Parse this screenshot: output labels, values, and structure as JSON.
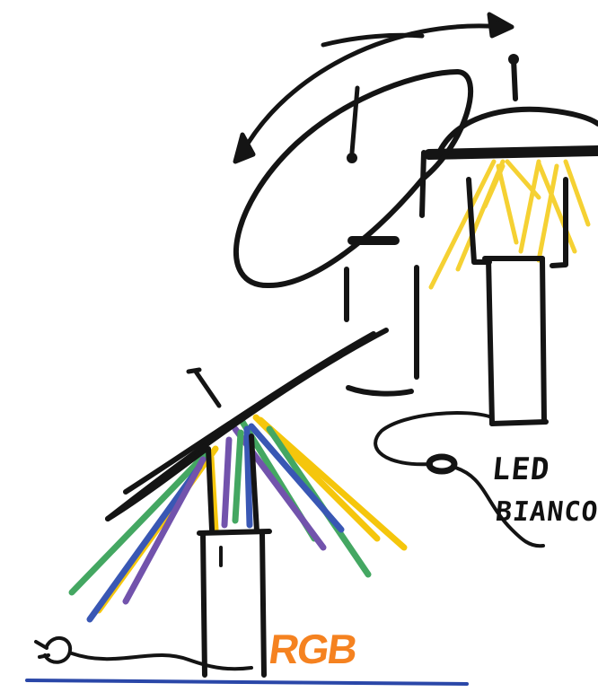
{
  "labels": {
    "led": "LED",
    "bianco": "BIANCO",
    "rgb": "RGB"
  },
  "colors": {
    "ink": "#141414",
    "white_light": "#f5cd1e",
    "rgb_yellow": "#f5c400",
    "rgb_green": "#3aa35a",
    "rgb_blue": "#2f4fb0",
    "rgb_purple": "#6b4aa8",
    "rgb_label": "#f58220",
    "floor": "#2a47a8"
  },
  "icons": [
    "rotation-arrow-icon",
    "power-plug-icon"
  ]
}
